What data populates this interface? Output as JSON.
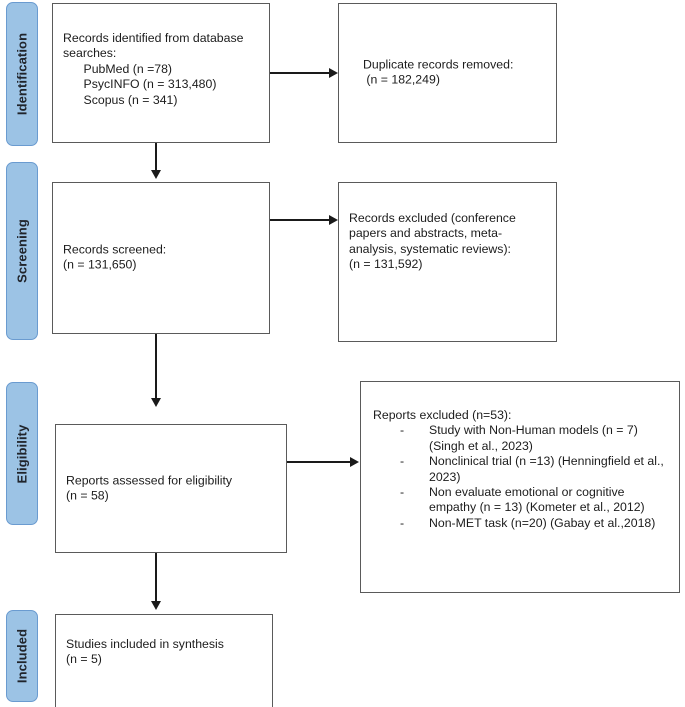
{
  "diagram": {
    "type": "prisma-flow-diagram",
    "accent_color": "#9CC3E5",
    "box_border_color": "#5A5A5A",
    "connector_color": "#1A1A1A"
  },
  "phases": [
    {
      "id": "identification",
      "label": "Identification"
    },
    {
      "id": "screening",
      "label": "Screening"
    },
    {
      "id": "eligibility",
      "label": "Eligibility"
    },
    {
      "id": "included",
      "label": "Included"
    }
  ],
  "boxes": {
    "records_identified": {
      "text": "Records identified from database\nsearches:\n      PubMed (n =78)\n      PsycINFO (n = 313,480)\n      Scopus (n = 341)"
    },
    "duplicates_removed": {
      "text": "Duplicate records removed:\n (n = 182,249)"
    },
    "records_screened": {
      "text": "Records screened:\n(n = 131,650)"
    },
    "records_excluded": {
      "text": "Records excluded (conference\npapers and abstracts, meta-\nanalysis, systematic reviews):\n(n = 131,592)"
    },
    "reports_assessed": {
      "text": "Reports assessed for eligibility\n(n = 58)"
    },
    "reports_excluded": {
      "heading": "Reports excluded (n=53):",
      "bullet": "-",
      "items": [
        "Study with Non-Human models (n = 7) (Singh et al., 2023)",
        "Nonclinical trial (n =13) (Henningfield et al., 2023)",
        "Non evaluate emotional or cognitive empathy (n = 13) (Kometer et al., 2012)",
        "Non-MET task (n=20) (Gabay  et al.,2018)"
      ]
    },
    "studies_included": {
      "text": "Studies included in synthesis\n(n = 5)"
    }
  }
}
